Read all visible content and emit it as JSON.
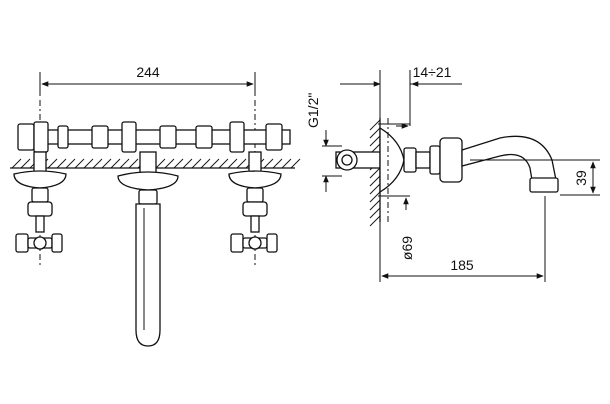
{
  "dimensions": {
    "front_width": "244",
    "thread": "G1/2\"",
    "offset_range": "14÷21",
    "flange_diameter": "ø69",
    "spout_reach": "185",
    "spout_height": "39"
  }
}
